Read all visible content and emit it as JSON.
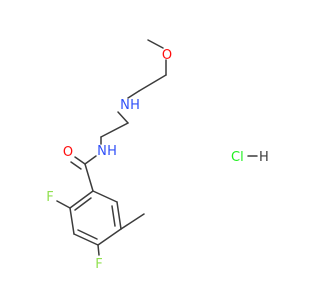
{
  "molecule": {
    "atoms": {
      "oxygen_ether": "O",
      "nitrogen_amine": "N",
      "hydrogen_amine": "H",
      "oxygen_carbonyl": "O",
      "nitrogen_amide": "N",
      "hydrogen_amide": "H",
      "fluorine_2": "F",
      "fluorine_4": "F"
    },
    "salt": {
      "chlorine": "Cl",
      "hydrogen": "H"
    }
  },
  "colors": {
    "bond": "#3c3c3c",
    "oxygen": "#ff0d0d",
    "nitrogen": "#3050f8",
    "fluorine": "#90e050",
    "chlorine": "#1ff01f",
    "hydrogen": "#3c3c3c"
  }
}
